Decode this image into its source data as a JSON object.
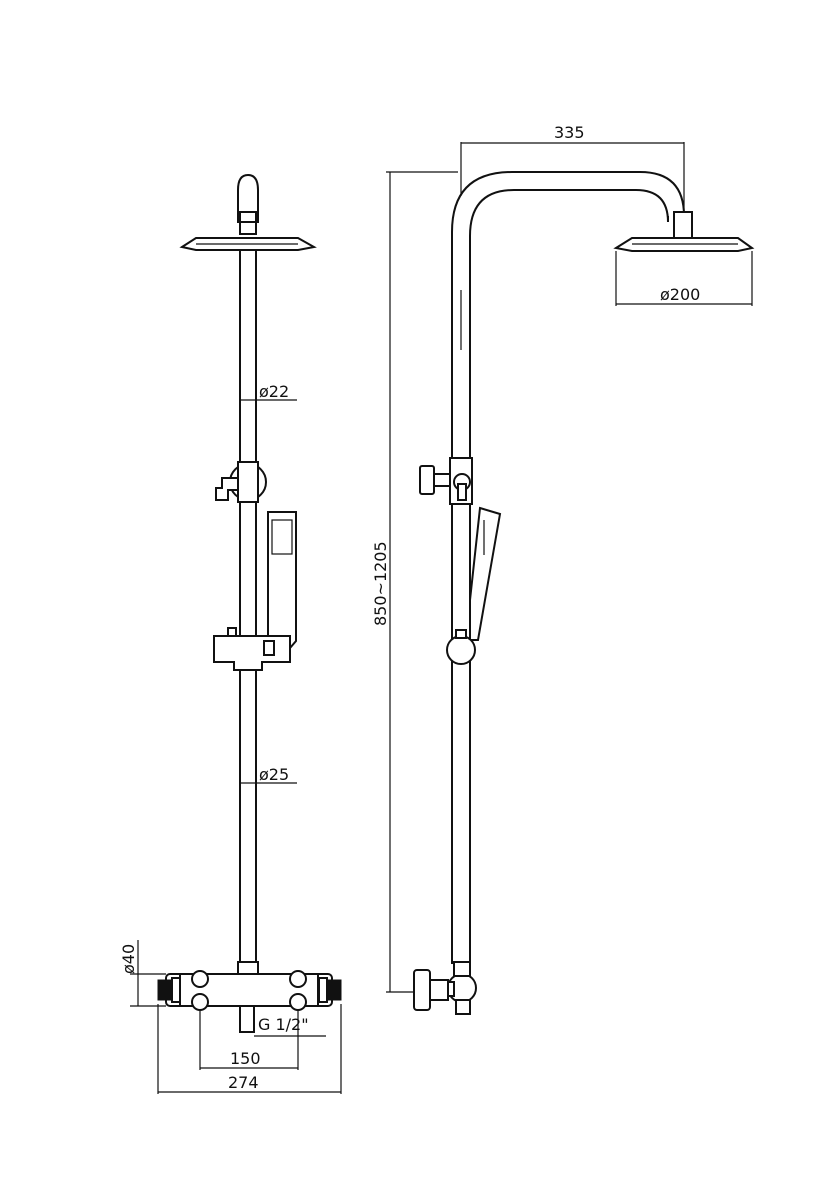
{
  "drawing": {
    "front_view": {
      "labels": {
        "upper_pipe_dia": "ø22",
        "lower_pipe_dia": "ø25",
        "valve_dia": "ø40",
        "inlet_thread": "G 1/2\"",
        "inlet_spacing": "150",
        "overall_width": "274"
      }
    },
    "side_view": {
      "labels": {
        "arm_projection": "335",
        "head_dia": "ø200",
        "height_range": "850~1205"
      }
    }
  }
}
